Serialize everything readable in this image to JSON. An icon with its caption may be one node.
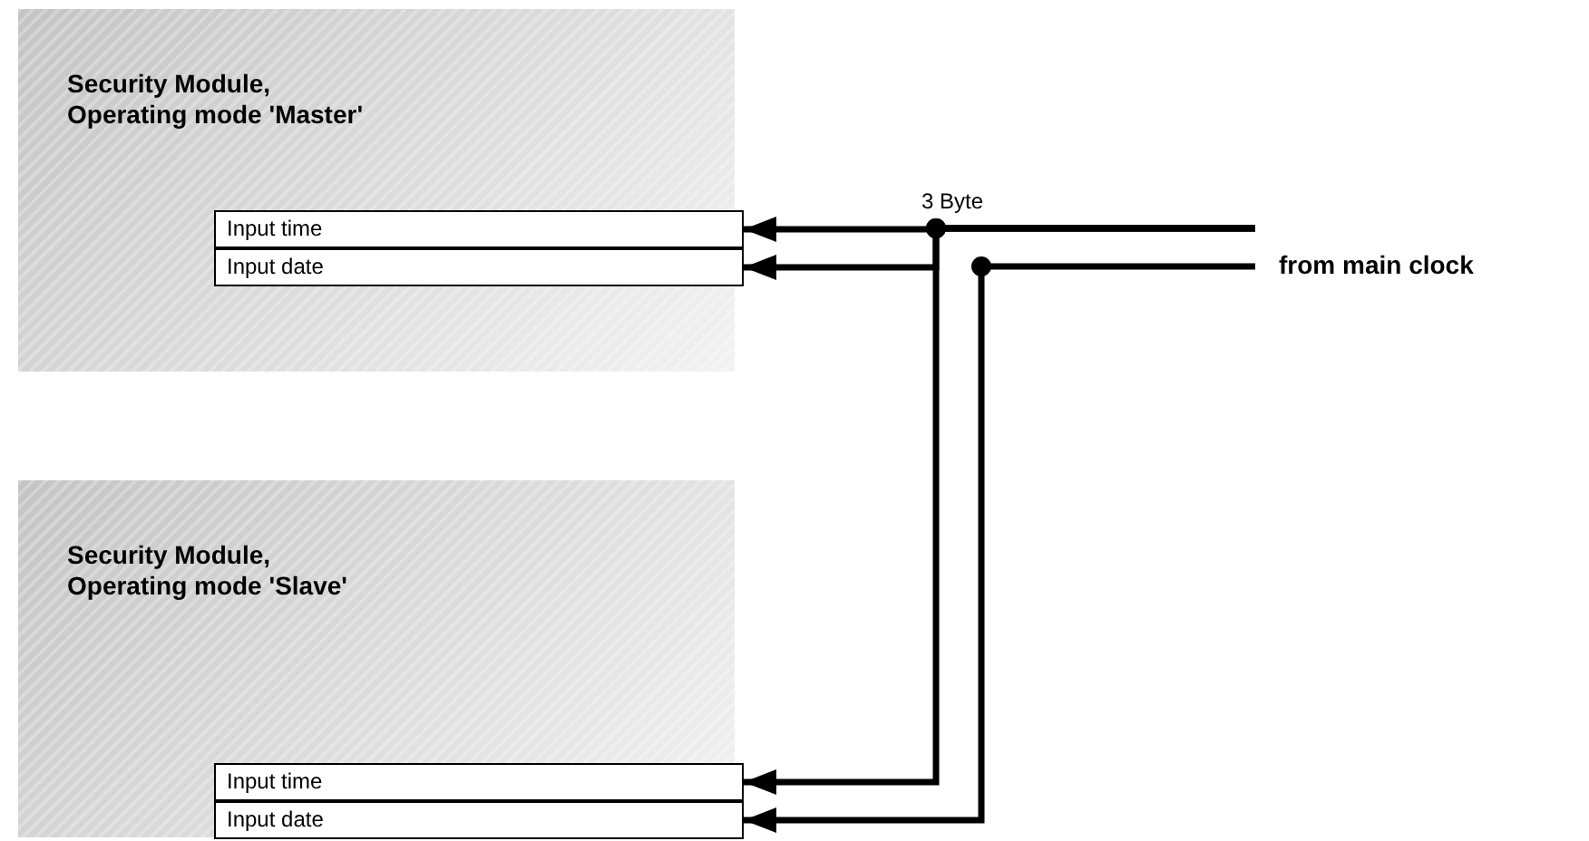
{
  "diagram": {
    "nodes": [
      {
        "text": [
          "Security Module, Operating mode 'Master'"
        ]
      },
      {
        "text": [
          "Input time"
        ],
        "in": 0
      },
      {
        "text": [
          "Input date"
        ],
        "in": 0
      },
      {
        "text": [
          "Security Module, Operating mode 'Slave'"
        ]
      },
      {
        "text": [
          "Input time"
        ],
        "in": 3
      },
      {
        "text": [
          "Input date"
        ],
        "in": 3
      },
      {
        "text": [
          "from main clock"
        ]
      }
    ],
    "edges": [
      {
        "from": 6,
        "to": 1,
        "arrow": "to",
        "label": "3 Byte"
      },
      {
        "from": 6,
        "to": 2,
        "arrow": "to"
      },
      {
        "from": 6,
        "to": 4,
        "arrow": "to"
      },
      {
        "from": 6,
        "to": 5,
        "arrow": "to"
      }
    ]
  }
}
